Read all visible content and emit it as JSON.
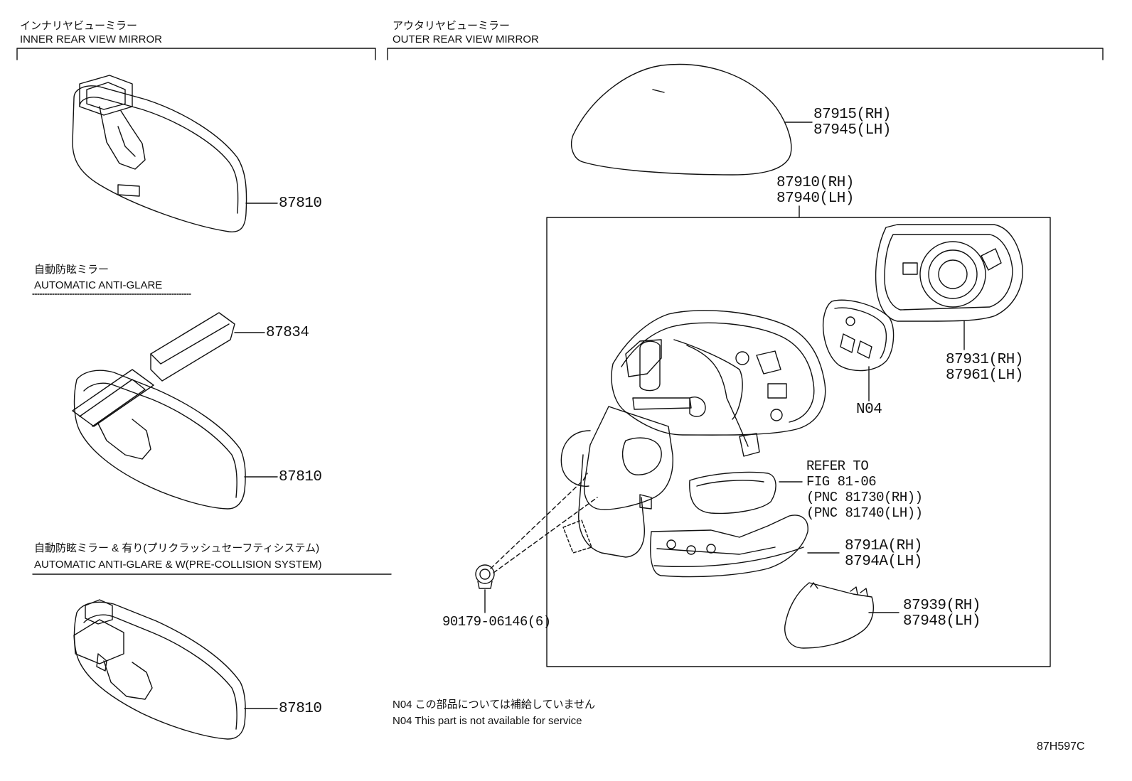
{
  "sections": {
    "inner": {
      "jp": "インナリヤビューミラー",
      "en": "INNER REAR VIEW MIRROR"
    },
    "outer": {
      "jp": "アウタリヤビューミラー",
      "en": "OUTER REAR VIEW MIRROR"
    },
    "auto": {
      "jp": "自動防眩ミラー",
      "en": "AUTOMATIC ANTI-GLARE"
    },
    "auto_pcs": {
      "jp": "自動防眩ミラー & 有り(プリクラッシュセーフティシステム)",
      "en": "AUTOMATIC ANTI-GLARE & W(PRE-COLLISION SYSTEM)"
    }
  },
  "parts": {
    "p87810_a": "87810",
    "p87834": "87834",
    "p87810_b": "87810",
    "p87810_c": "87810",
    "p87915": "87915(RH)",
    "p87945": "87945(LH)",
    "p87910": "87910(RH)",
    "p87940": "87940(LH)",
    "p87931": "87931(RH)",
    "p87961": "87961(LH)",
    "pN04": "N04",
    "refer1": "REFER TO",
    "refer2": "FIG 81-06",
    "refer3": "(PNC 81730(RH))",
    "refer4": "(PNC 81740(LH))",
    "p8791A": "8791A(RH)",
    "p8794A": "8794A(LH)",
    "p87939": "87939(RH)",
    "p87948": "87948(LH)",
    "p90179": "90179-06146(6)"
  },
  "notes": {
    "jp": "N04 この部品については補給していません",
    "en": "N04 This part is not available for service"
  },
  "figure_code": "87H597C"
}
